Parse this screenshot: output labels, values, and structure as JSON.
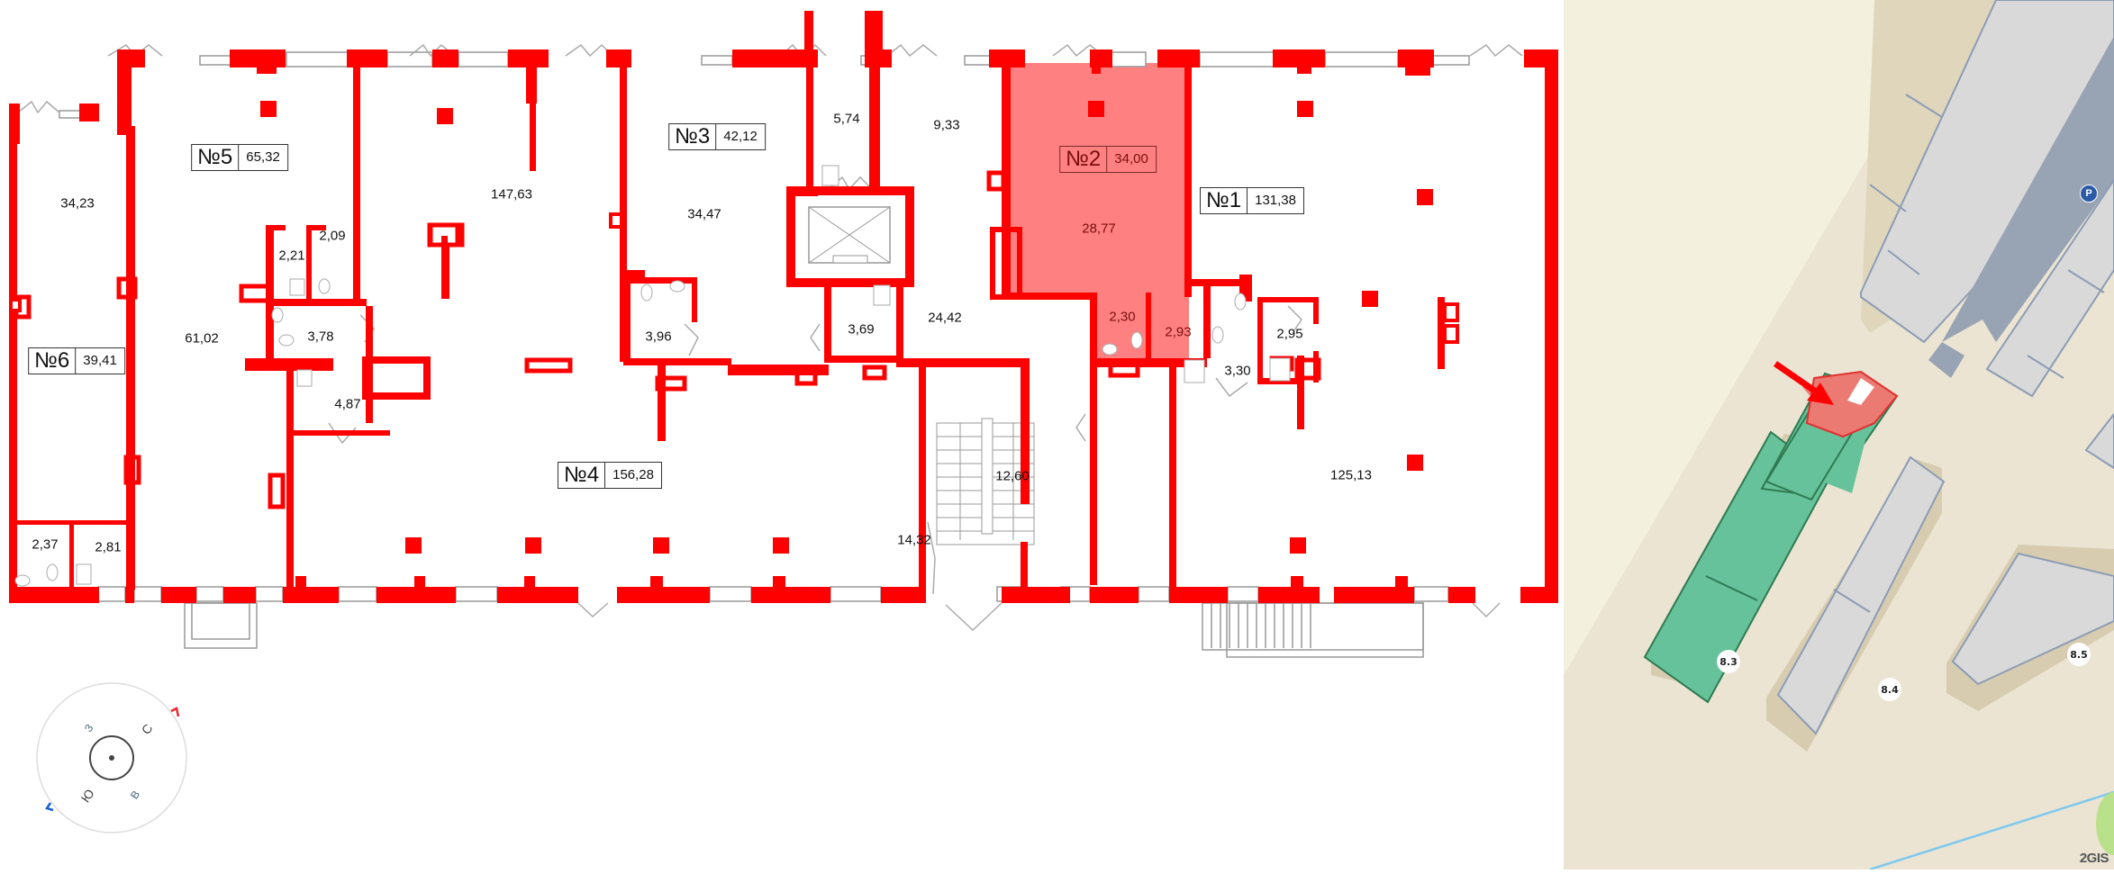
{
  "floor_plan": {
    "units": [
      {
        "id": "unit-1",
        "number": "№1",
        "area": "131,38",
        "highlighted": false
      },
      {
        "id": "unit-2",
        "number": "№2",
        "area": "34,00",
        "highlighted": true
      },
      {
        "id": "unit-3",
        "number": "№3",
        "area": "42,12",
        "highlighted": false
      },
      {
        "id": "unit-4",
        "number": "№4",
        "area": "156,28",
        "highlighted": false
      },
      {
        "id": "unit-5",
        "number": "№5",
        "area": "65,32",
        "highlighted": false
      },
      {
        "id": "unit-6",
        "number": "№6",
        "area": "39,41",
        "highlighted": false
      }
    ],
    "rooms": [
      {
        "area": "34,23"
      },
      {
        "area": "147,63"
      },
      {
        "area": "61,02"
      },
      {
        "area": "2,21"
      },
      {
        "area": "2,09"
      },
      {
        "area": "3,78"
      },
      {
        "area": "4,87"
      },
      {
        "area": "2,37"
      },
      {
        "area": "2,81"
      },
      {
        "area": "34,47"
      },
      {
        "area": "5,74"
      },
      {
        "area": "9,33"
      },
      {
        "area": "3,96"
      },
      {
        "area": "3,69"
      },
      {
        "area": "24,42"
      },
      {
        "area": "28,77"
      },
      {
        "area": "2,30"
      },
      {
        "area": "2,93"
      },
      {
        "area": "3,30"
      },
      {
        "area": "2,95"
      },
      {
        "area": "14,32"
      },
      {
        "area": "12,60"
      },
      {
        "area": "125,13"
      }
    ],
    "highlight_color": "#ff8080",
    "wall_color": "#ff0000"
  },
  "compass": {
    "north": "С",
    "south": "Ю",
    "east": "В",
    "west": "З",
    "north_color": "#e8282e",
    "south_color": "#1a5fd6"
  },
  "map": {
    "buildings": [
      {
        "label": "8.3",
        "color": "#66c29a"
      },
      {
        "label": "8.4",
        "color": "#d9d9d9"
      },
      {
        "label": "8.5",
        "color": "#d9d9d9"
      }
    ],
    "parking_label": "P",
    "highlight_color": "#eb7a72",
    "watermark": "2GIS"
  }
}
